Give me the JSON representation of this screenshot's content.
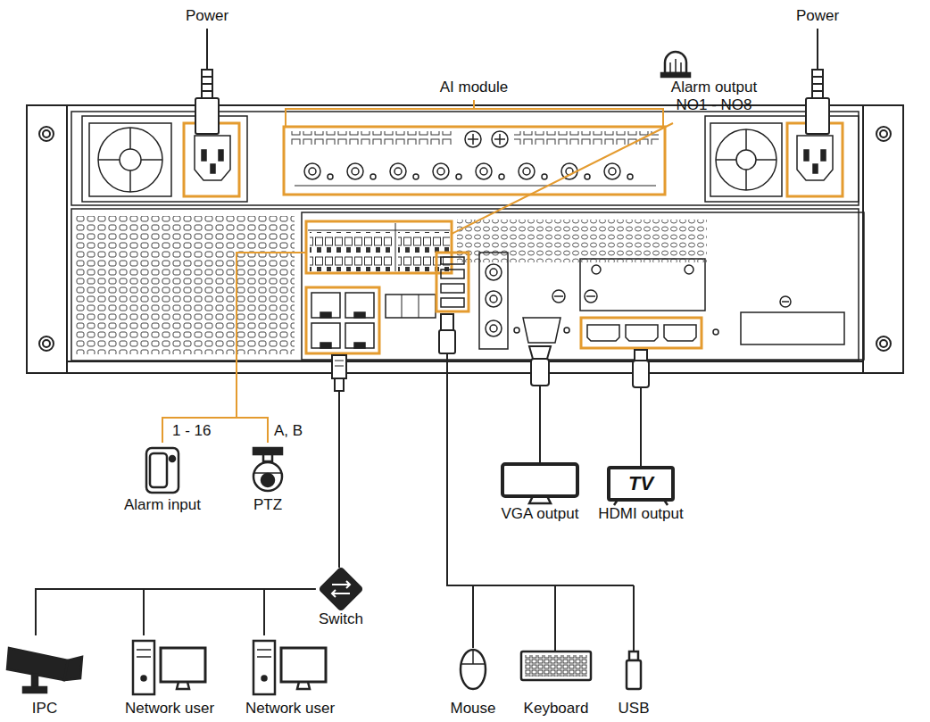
{
  "diagram": {
    "nodes": [
      {
        "text": [
          "Power"
        ]
      },
      {
        "text": [
          "AI module"
        ]
      },
      {
        "text": [
          "Alarm output",
          "NO1 - NO8"
        ]
      },
      {
        "text": [
          "Power"
        ]
      },
      {
        "text": [
          "Alarm input"
        ]
      },
      {
        "text": [
          "PTZ"
        ]
      },
      {
        "text": [
          "VGA output"
        ]
      },
      {
        "text": [
          "HDMI output"
        ]
      },
      {
        "text": [
          "Switch"
        ]
      },
      {
        "text": [
          "IPC"
        ]
      },
      {
        "text": [
          "Network user"
        ]
      },
      {
        "text": [
          "Network user"
        ]
      },
      {
        "text": [
          "Mouse"
        ]
      },
      {
        "text": [
          "Keyboard"
        ]
      },
      {
        "text": [
          "USB"
        ]
      }
    ],
    "edges": [
      {
        "from": 8,
        "to": 9,
        "arrow": "none"
      },
      {
        "from": 8,
        "to": 10,
        "arrow": "none"
      },
      {
        "from": 8,
        "to": 11,
        "arrow": "none"
      }
    ],
    "labels": [
      "1 - 16",
      "A, B",
      "TV"
    ]
  }
}
